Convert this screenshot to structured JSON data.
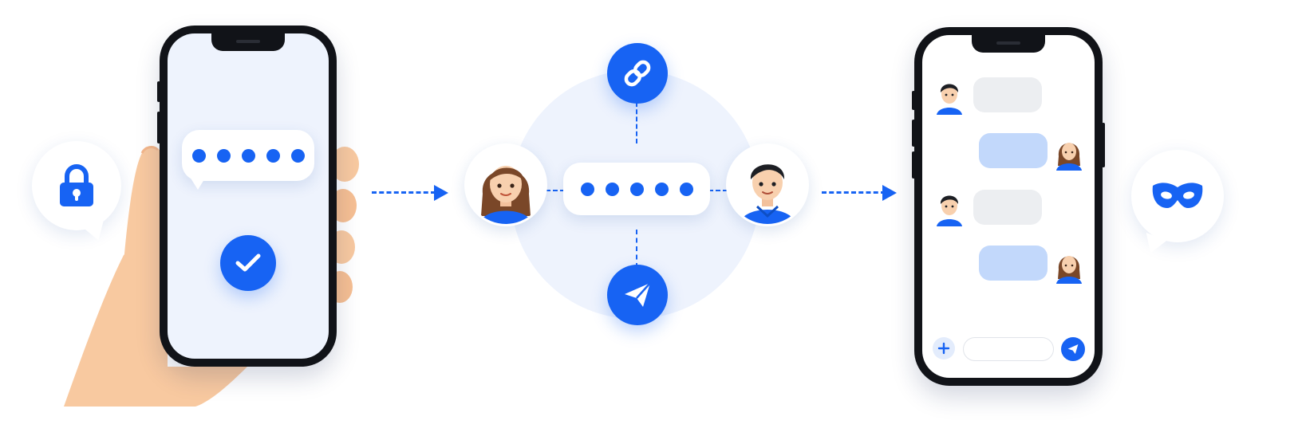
{
  "colors": {
    "accent": "#1763f3",
    "light_panel": "#eef3fd",
    "incoming_message": "#eceef1",
    "outgoing_message": "#c2d8fb",
    "phone_frame": "#111318",
    "skin": "#f8c9a0"
  },
  "icons": {
    "lock": "lock-icon",
    "check": "checkmark-icon",
    "link": "link-icon",
    "send": "paper-plane-icon",
    "mask": "mask-icon",
    "add": "plus-icon"
  },
  "password_dots": 5,
  "chat": {
    "messages": [
      {
        "sender": "man",
        "side": "left"
      },
      {
        "sender": "woman",
        "side": "right"
      },
      {
        "sender": "man",
        "side": "left"
      },
      {
        "sender": "woman",
        "side": "right"
      }
    ],
    "input_value": ""
  }
}
